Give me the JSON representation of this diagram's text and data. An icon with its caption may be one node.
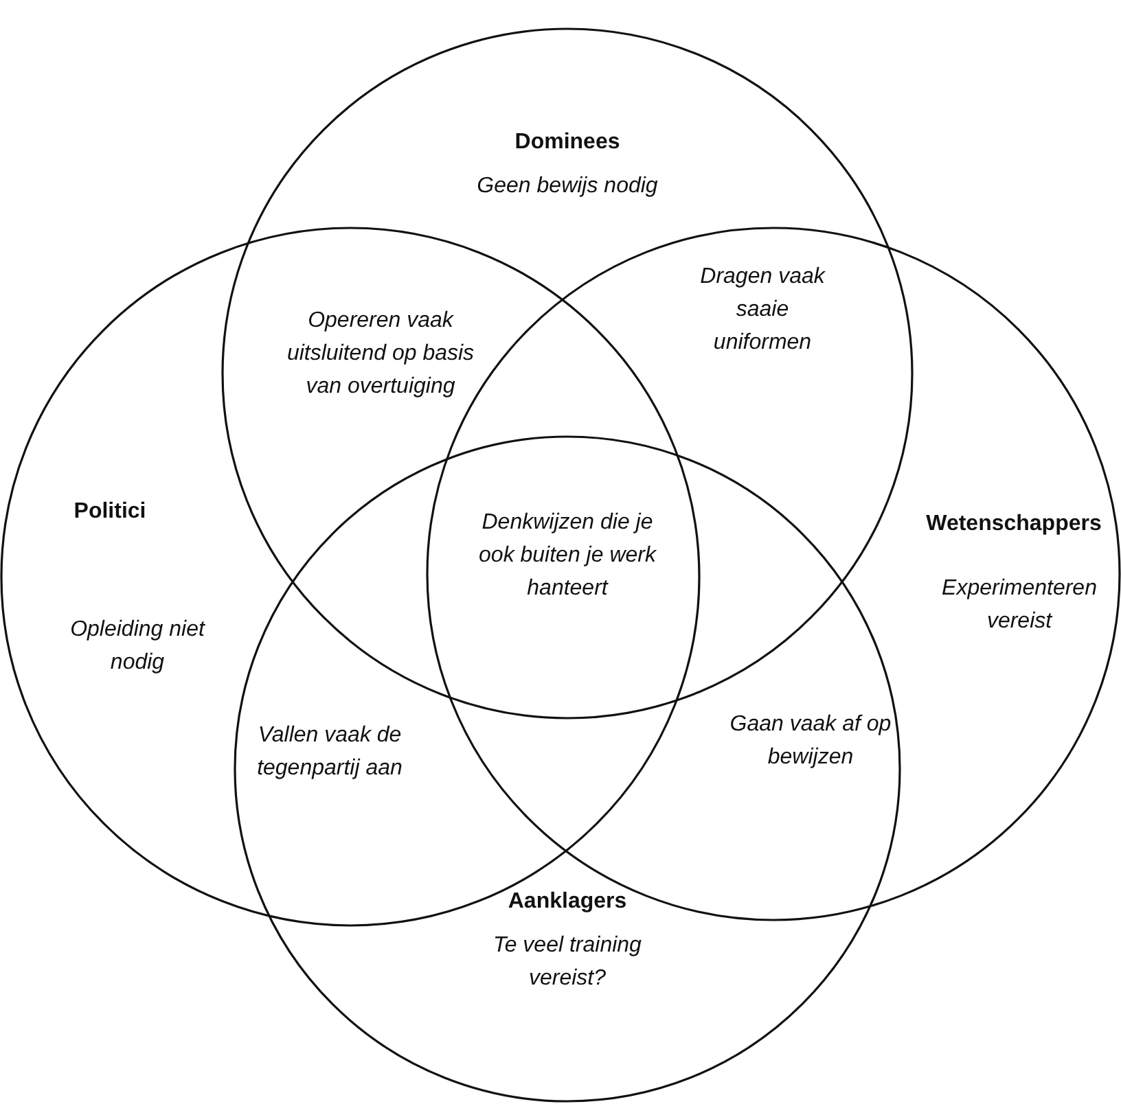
{
  "diagram": {
    "nodes": [
      {
        "text": [
          "Dominees",
          "Geen bewijs nodig"
        ]
      },
      {
        "text": [
          "Politici",
          "Opleiding niet nodig"
        ]
      },
      {
        "text": [
          "Wetenschappers",
          "Experimenteren vereist"
        ]
      },
      {
        "text": [
          "Aanklagers",
          "Te veel training vereist?"
        ]
      }
    ],
    "labels": [
      "Opereren vaak uitsluitend op basis van overtuiging",
      "Dragen vaak saaie uniformen",
      "Denkwijzen die je ook buiten je werk hanteert",
      "Vallen vaak de tegenpartij aan",
      "Gaan vaak af op bewijzen"
    ]
  }
}
